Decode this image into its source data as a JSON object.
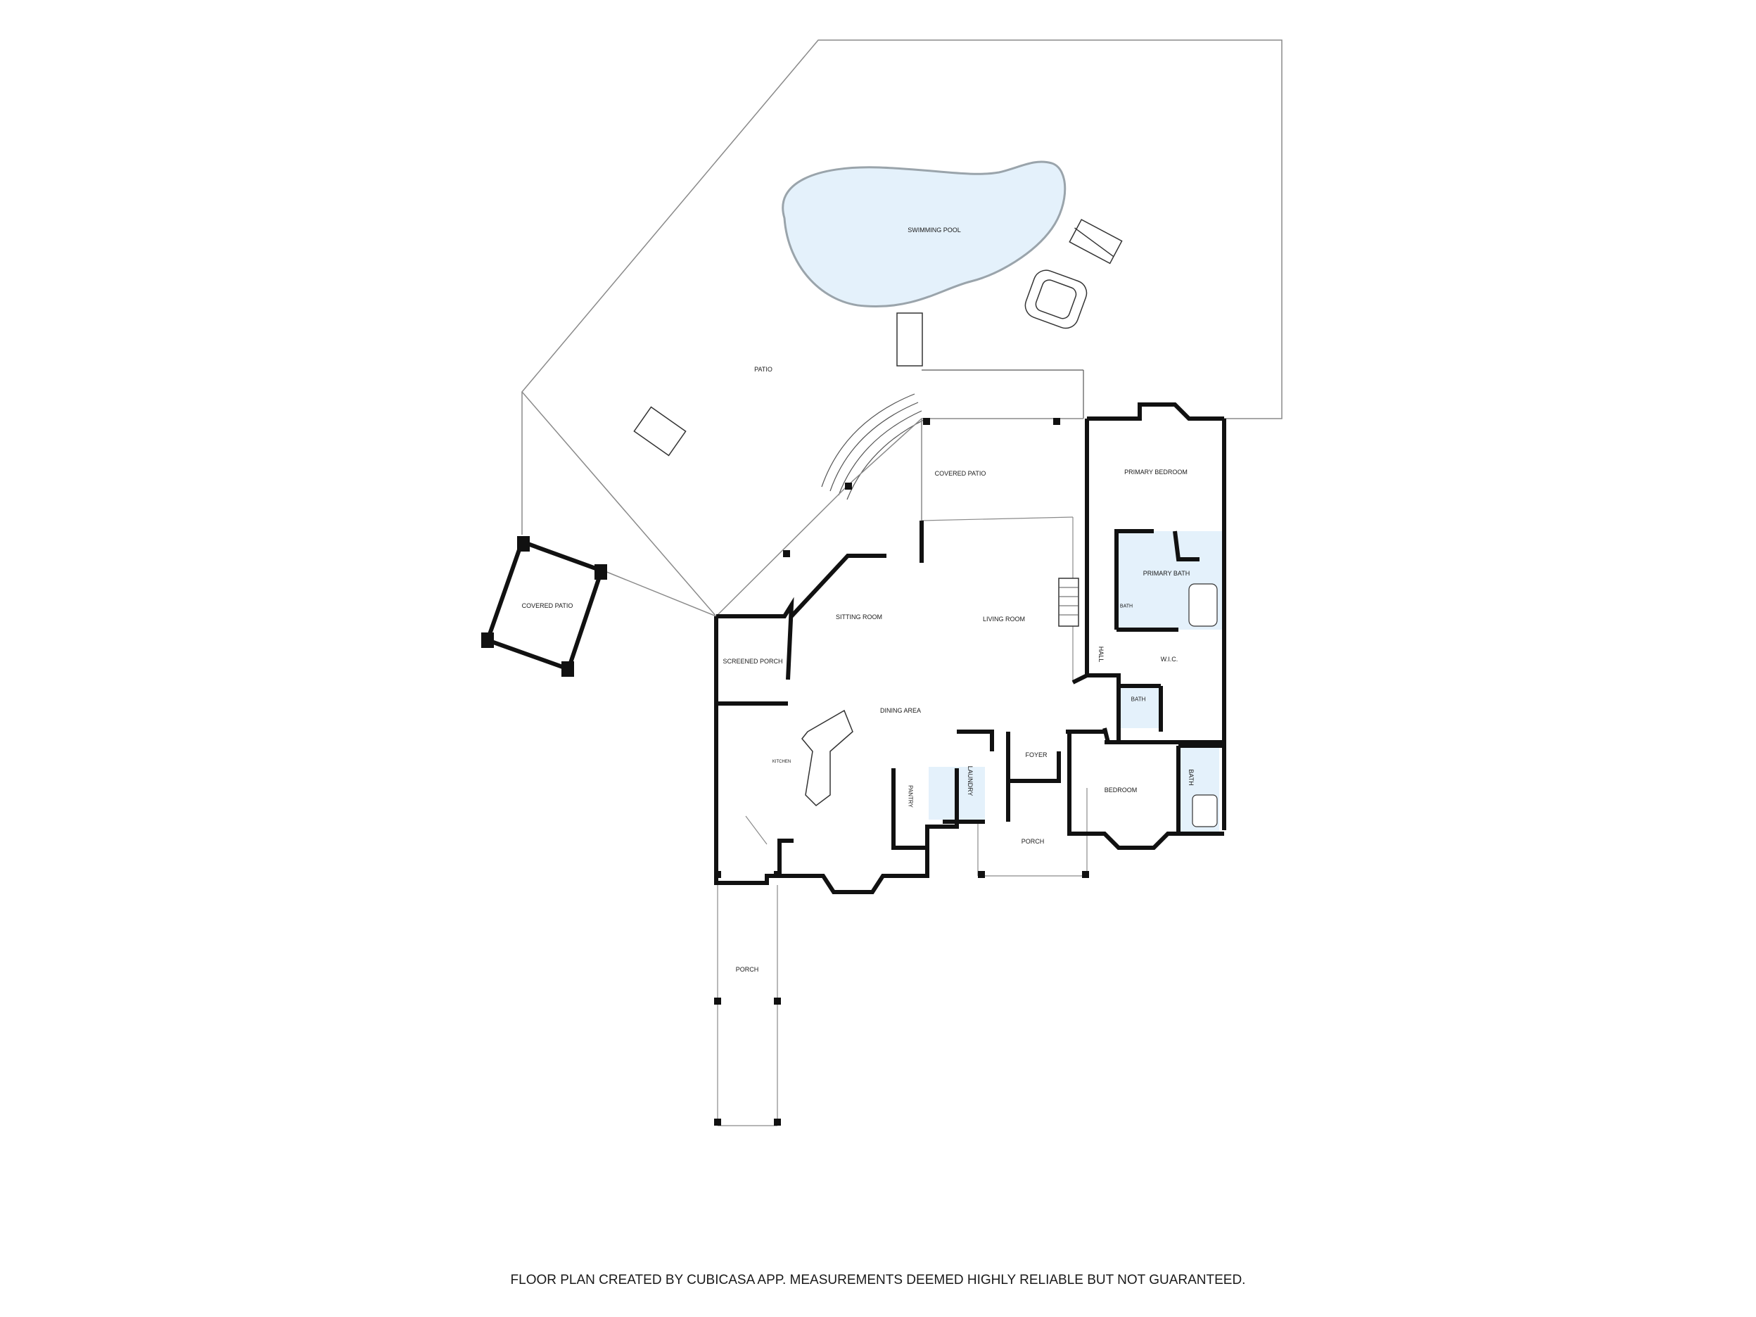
{
  "colors": {
    "wall": "#111111",
    "thin_line": "#8a8a8a",
    "wet_room_fill": "#e4f1fb",
    "pool_fill": "#e4f1fb",
    "pool_outline": "#9aa4ab",
    "background": "#ffffff"
  },
  "rooms": {
    "swimming_pool": "SWIMMING POOL",
    "patio": "PATIO",
    "covered_patio_main": "COVERED PATIO",
    "covered_patio_gazebo": "COVERED PATIO",
    "primary_bedroom": "PRIMARY BEDROOM",
    "primary_bath": "PRIMARY BATH",
    "bath_small": "BATH",
    "hall": "HALL",
    "wic": "W.I.C.",
    "bath_mid": "BATH",
    "bath_right": "BATH",
    "bedroom": "BEDROOM",
    "sitting_room": "SITTING ROOM",
    "living_room": "LIVING ROOM",
    "screened_porch": "SCREENED PORCH",
    "dining_area": "DINING AREA",
    "kitchen": "KITCHEN",
    "pantry": "PANTRY",
    "laundry": "LAUNDRY",
    "foyer": "FOYER",
    "porch_front": "PORCH",
    "porch_side": "PORCH"
  },
  "footer": "FLOOR PLAN CREATED BY CUBICASA APP. MEASUREMENTS DEEMED HIGHLY RELIABLE BUT NOT GUARANTEED."
}
